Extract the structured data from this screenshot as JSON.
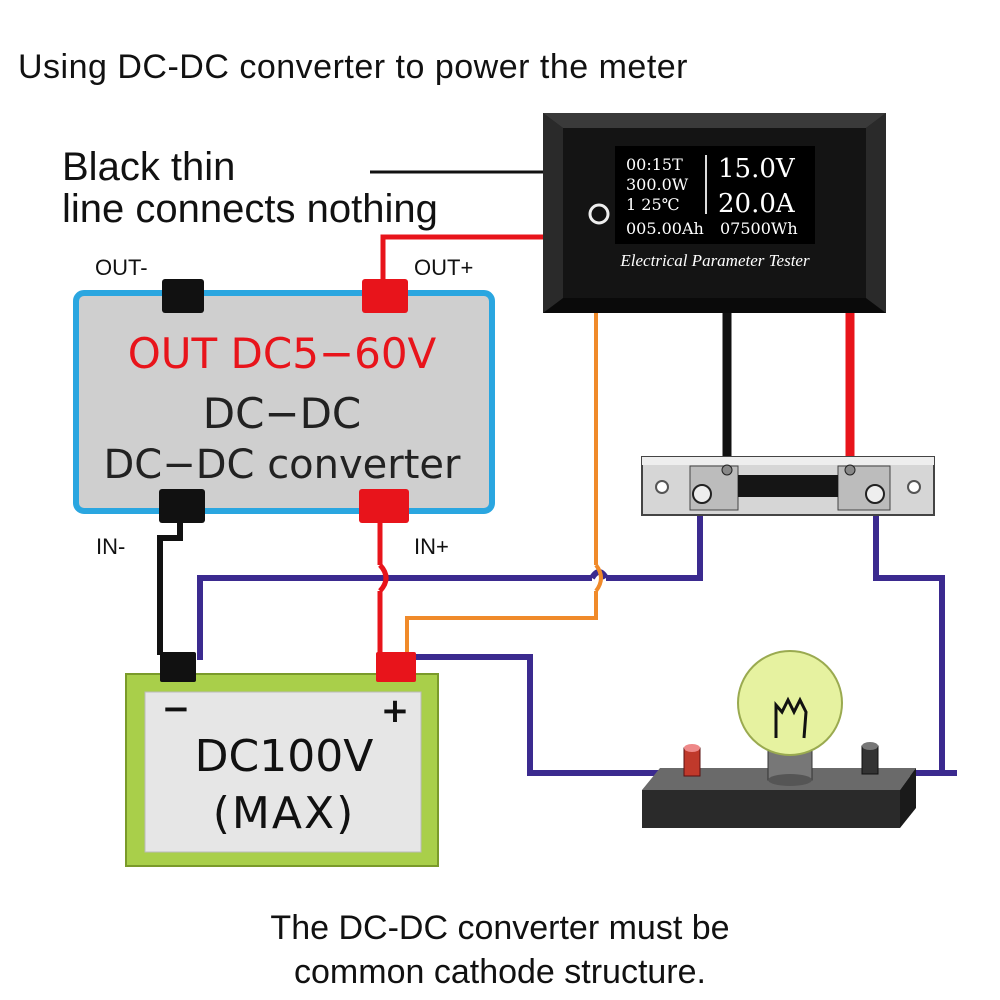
{
  "title": "Using DC-DC converter to power the meter",
  "note_line1": "Black  thin",
  "note_line2": "line connects  nothing",
  "meter": {
    "time": "00:15T",
    "power": "300.0W",
    "index_temp": "1  25℃",
    "amp_hours": "005.00Ah",
    "voltage": "15.0V",
    "current": "20.0A",
    "watt_hours": "07500Wh",
    "label": "Electrical Parameter Tester"
  },
  "converter": {
    "out_label": "OUT  DC5−60V",
    "name1": "DC−DC",
    "name2": "DC−DC converter",
    "out_minus": "OUT-",
    "out_plus": "OUT+",
    "in_minus": "IN-",
    "in_plus": "IN+"
  },
  "battery": {
    "minus": "−",
    "plus": "+",
    "line1": "DC100V",
    "line2": "(MAX)"
  },
  "footer_line1": "The DC-DC converter must be",
  "footer_line2": "common cathode structure.",
  "colors": {
    "red": "#e8141b",
    "black": "#111111",
    "orange": "#f08a2a",
    "purple": "#3b2a8f",
    "converter_fill": "#cfcfcf",
    "converter_border": "#2aa6e0",
    "battery_fill": "#a9cf4a"
  }
}
